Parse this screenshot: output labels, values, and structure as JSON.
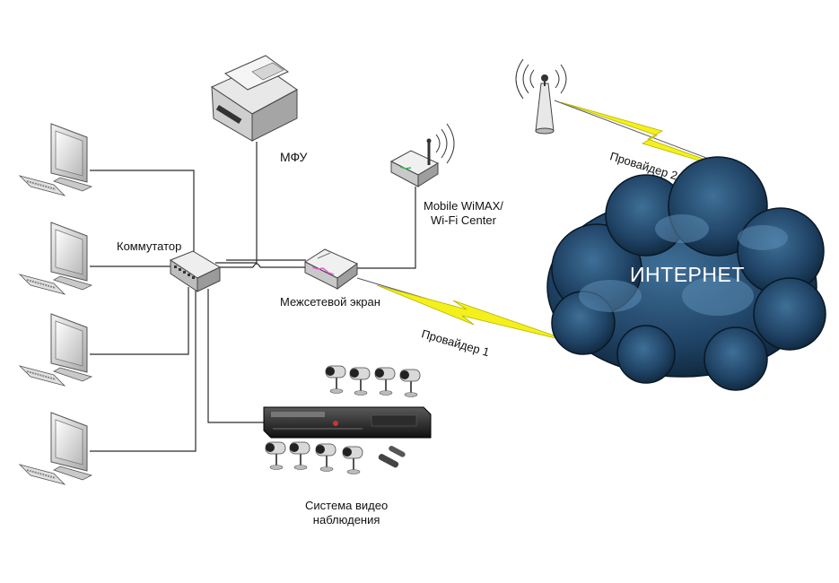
{
  "labels": {
    "mfu": "МФУ",
    "switch": "Коммутатор",
    "wimax_line1": "Mobile WiMAX/",
    "wimax_line2": "Wi-Fi Center",
    "firewall": "Межсетевой экран",
    "provider1": "Провайдер 1",
    "provider2": "Провайдер 2",
    "internet": "ИНТЕРНЕТ",
    "cctv_line1": "Система видео",
    "cctv_line2": "наблюдения"
  },
  "colors": {
    "line": "#2a2a2a",
    "lightning": "#f3f01c",
    "cloud_dark": "#0d2235",
    "cloud_mid": "#234c6e",
    "cloud_light": "#4d7fa6",
    "device_gray": "#c9c9c9"
  },
  "icons": [
    "computer-icon",
    "printer-icon",
    "switch-icon",
    "firewall-icon",
    "wifi-router-icon",
    "antenna-tower-icon",
    "cloud-icon",
    "dvr-icon",
    "camera-icon",
    "lightning-icon"
  ]
}
